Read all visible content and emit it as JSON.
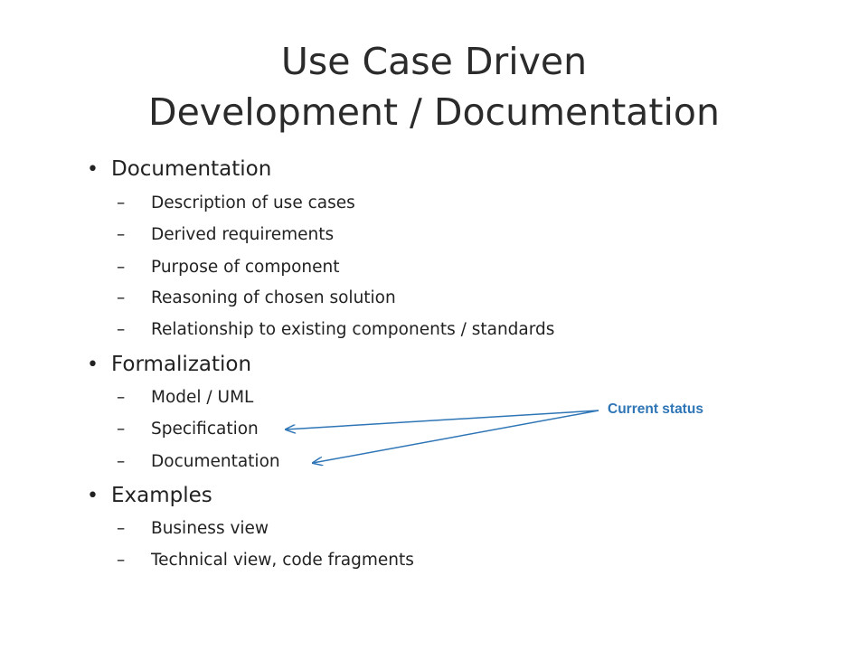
{
  "slide": {
    "title_line1": "Use Case Driven",
    "title_line2": "Development / Documentation",
    "sections": [
      {
        "heading": "Documentation",
        "items": [
          "Description of use cases",
          "Derived requirements",
          "Purpose of component",
          "Reasoning of chosen solution",
          "Relationship to existing components / standards"
        ]
      },
      {
        "heading": "Formalization",
        "items": [
          "Model / UML",
          "Specification",
          "Documentation"
        ]
      },
      {
        "heading": "Examples",
        "items": [
          "Business view",
          "Technical view, code fragments"
        ]
      }
    ],
    "callout": {
      "label": "Current status",
      "color": "#2e75b6"
    },
    "bullet_glyph": "•",
    "dash_glyph": "–"
  }
}
